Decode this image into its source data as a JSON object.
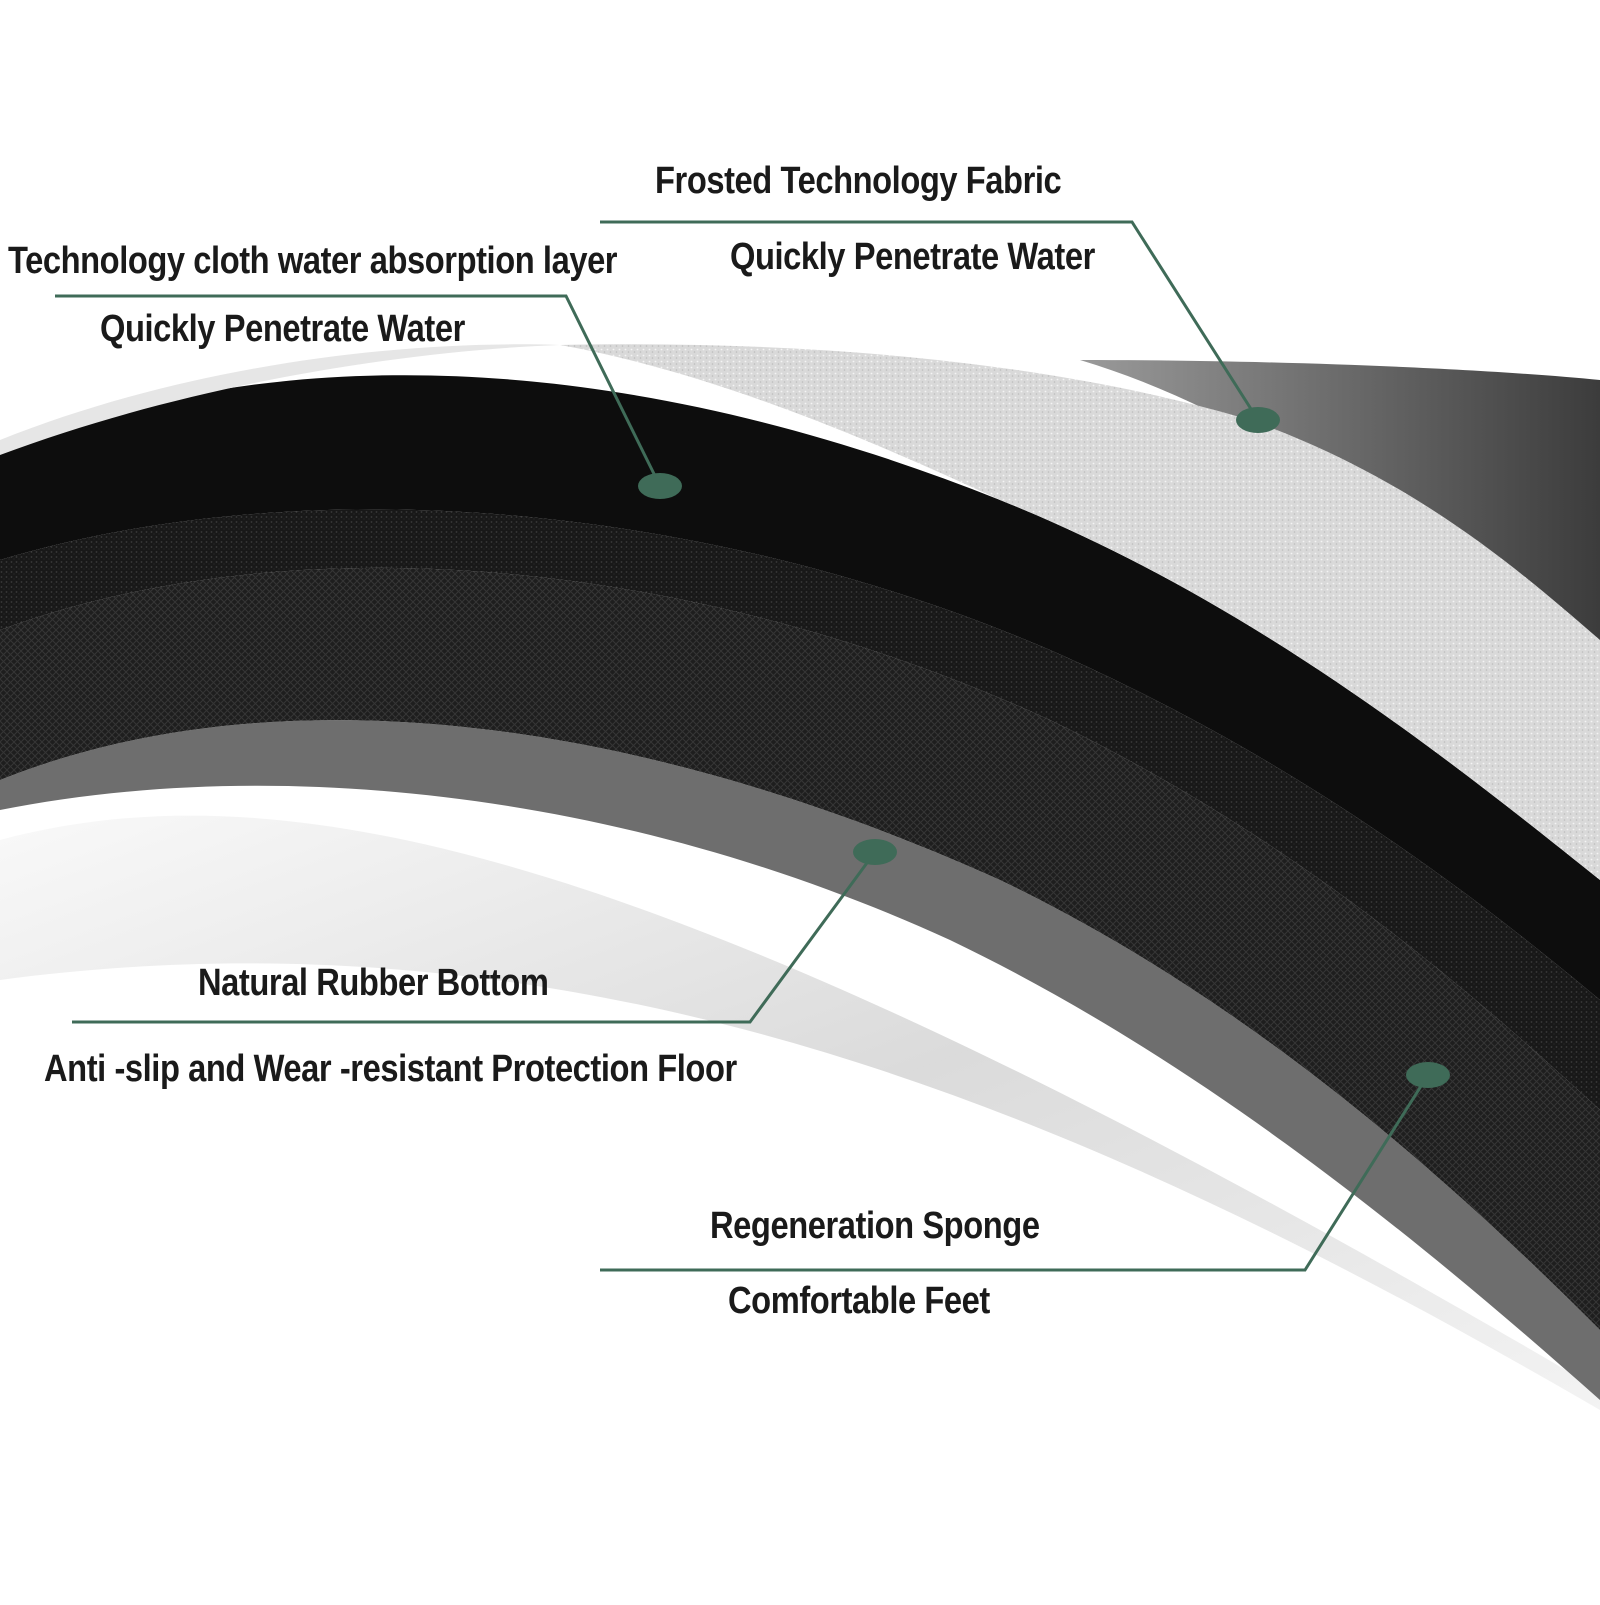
{
  "callouts": {
    "frosted": {
      "title": "Frosted Technology Fabric",
      "subtitle": "Quickly Penetrate Water"
    },
    "absorption": {
      "title": "Technology cloth water absorption layer",
      "subtitle": "Quickly Penetrate Water"
    },
    "rubber": {
      "title": "Natural Rubber Bottom",
      "subtitle": "Anti -slip and Wear -resistant Protection Floor"
    },
    "sponge": {
      "title": "Regeneration Sponge",
      "subtitle": "Comfortable Feet"
    }
  },
  "colors": {
    "accent": "#3f6b58",
    "fabric": "#dcdcdc",
    "dark_layer": "#111111",
    "background": "#ffffff"
  }
}
